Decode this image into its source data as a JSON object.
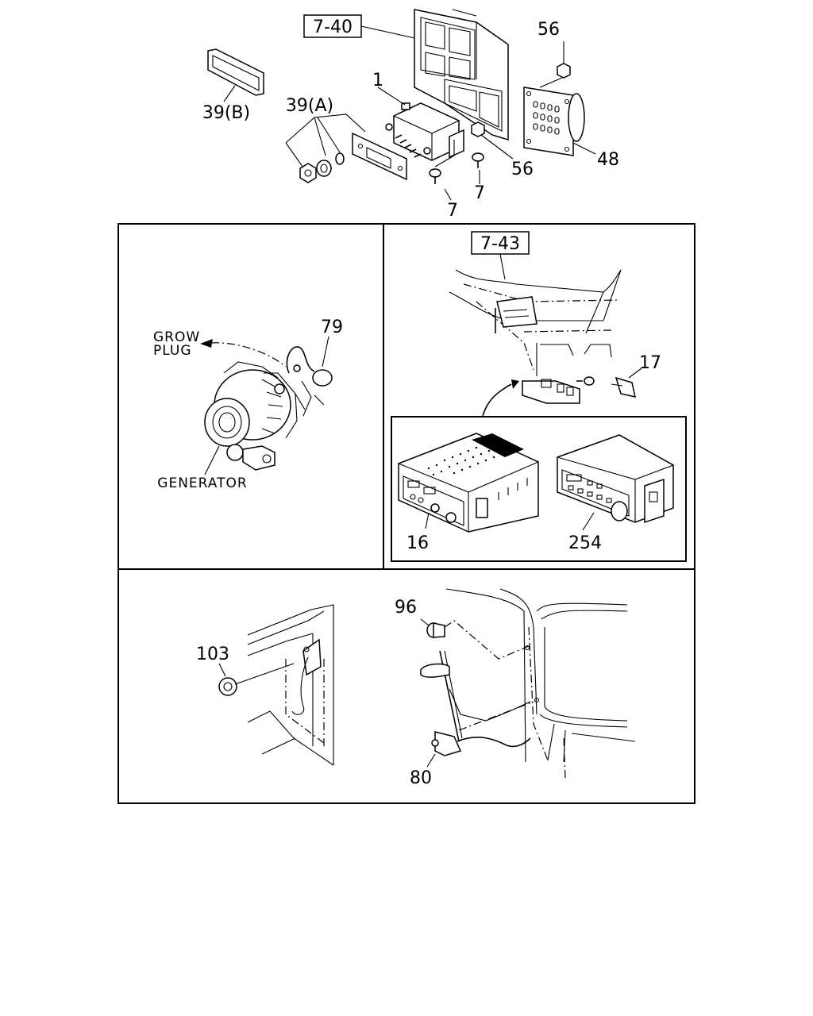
{
  "top": {
    "ref_7_40": "7-40",
    "c39b": "39(B)",
    "c39a": "39(A)",
    "c1": "1",
    "c56a": "56",
    "c56b": "56",
    "c48": "48",
    "c7a": "7",
    "c7b": "7"
  },
  "left_panel": {
    "grow_plug_line1": "GROW",
    "grow_plug_line2": "PLUG",
    "c79": "79",
    "generator": "GENERATOR"
  },
  "right_panel": {
    "ref_7_43": "7-43",
    "c17": "17",
    "c16": "16",
    "c254": "254"
  },
  "bottom_panel": {
    "c103": "103",
    "c96": "96",
    "c80": "80"
  }
}
